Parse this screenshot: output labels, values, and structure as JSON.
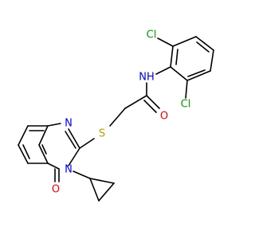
{
  "atoms": {
    "cl_top": "Cl",
    "cl_bottom": "Cl",
    "nh": "NH",
    "o_amide": "O",
    "s": "S",
    "n1": "N",
    "n3": "N",
    "o_ring": "O"
  },
  "colors": {
    "bond": "#000000",
    "N": "#0000ff",
    "O": "#ff0000",
    "S": "#b8a000",
    "Cl": "#00a000"
  }
}
